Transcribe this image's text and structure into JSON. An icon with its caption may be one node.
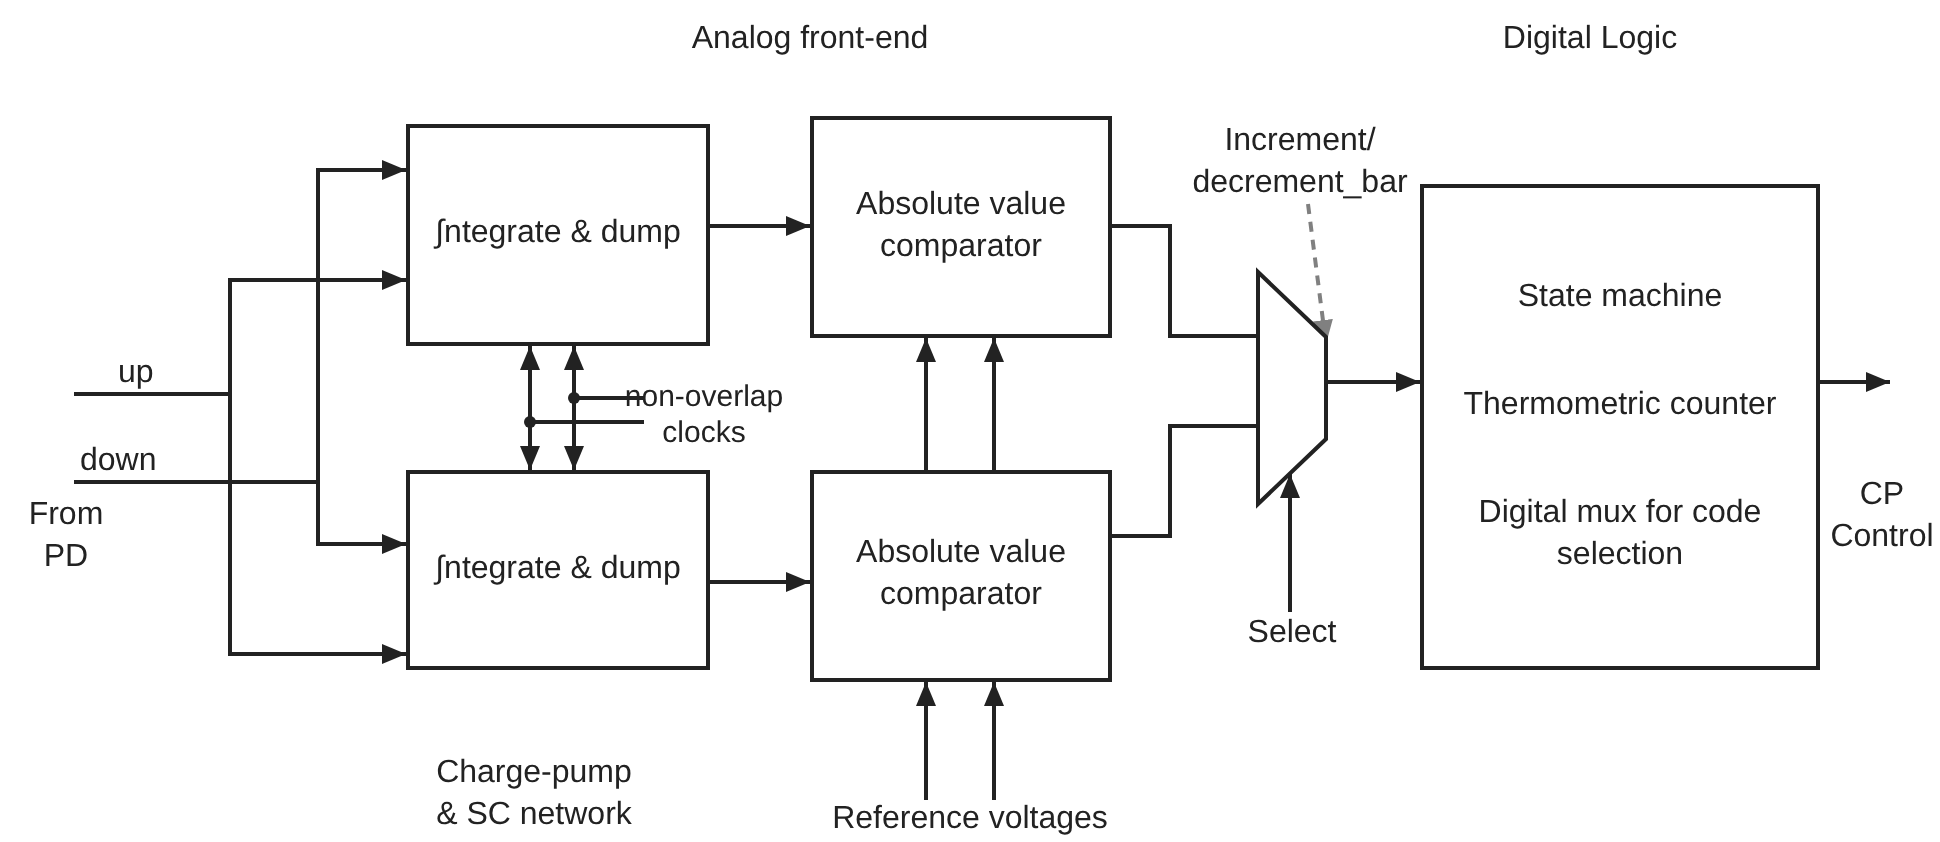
{
  "diagram": {
    "nodes": [
      {
        "text": [
          "up"
        ]
      },
      {
        "text": [
          "down"
        ]
      },
      {
        "text": [
          "∫ntegrate & dump"
        ]
      },
      {
        "text": [
          "∫ntegrate & dump"
        ]
      },
      {
        "text": [
          "non-overlap clocks"
        ]
      },
      {
        "text": [
          "Absolute value comparator"
        ]
      },
      {
        "text": [
          "Absolute value comparator"
        ]
      },
      {
        "text": [
          "Reference voltages"
        ]
      },
      {
        "text": [],
        "shape": "trapezoid"
      },
      {
        "text": [
          "Select"
        ]
      },
      {
        "text": [
          "Increment/ decrement_bar"
        ]
      },
      {
        "text": [
          "State machine",
          "Thermometric counter",
          "Digital mux for code selection"
        ]
      }
    ],
    "edges": [
      {
        "from": 0,
        "to": 2,
        "arrow": "to"
      },
      {
        "from": 0,
        "to": 3,
        "arrow": "to"
      },
      {
        "from": 1,
        "to": 2,
        "arrow": "to"
      },
      {
        "from": 1,
        "to": 3,
        "arrow": "to"
      },
      {
        "from": 4,
        "to": 2,
        "arrow": "to"
      },
      {
        "from": 4,
        "to": 3,
        "arrow": "to"
      },
      {
        "from": 4,
        "to": 2,
        "arrow": "to"
      },
      {
        "from": 4,
        "to": 3,
        "arrow": "to"
      },
      {
        "from": 2,
        "to": 5,
        "arrow": "to"
      },
      {
        "from": 3,
        "to": 6,
        "arrow": "to"
      },
      {
        "from": 6,
        "to": 5,
        "arrow": "to"
      },
      {
        "from": 6,
        "to": 5,
        "arrow": "to"
      },
      {
        "from": 7,
        "to": 6,
        "arrow": "to"
      },
      {
        "from": 7,
        "to": 6,
        "arrow": "to"
      },
      {
        "from": 5,
        "to": 8,
        "arrow": "none"
      },
      {
        "from": 6,
        "to": 8,
        "arrow": "none"
      },
      {
        "from": 8,
        "to": 11,
        "arrow": "to"
      },
      {
        "from": 9,
        "to": 8,
        "arrow": "to"
      },
      {
        "from": 10,
        "to": 8,
        "arrow": "to",
        "style": "dashed",
        "color": "#808080"
      },
      {
        "from": 11,
        "to": null,
        "arrow": "to"
      }
    ],
    "labels": [
      "Analog front-end",
      "Digital Logic",
      "From PD",
      "Charge-pump & SC network",
      "CP Control"
    ]
  }
}
